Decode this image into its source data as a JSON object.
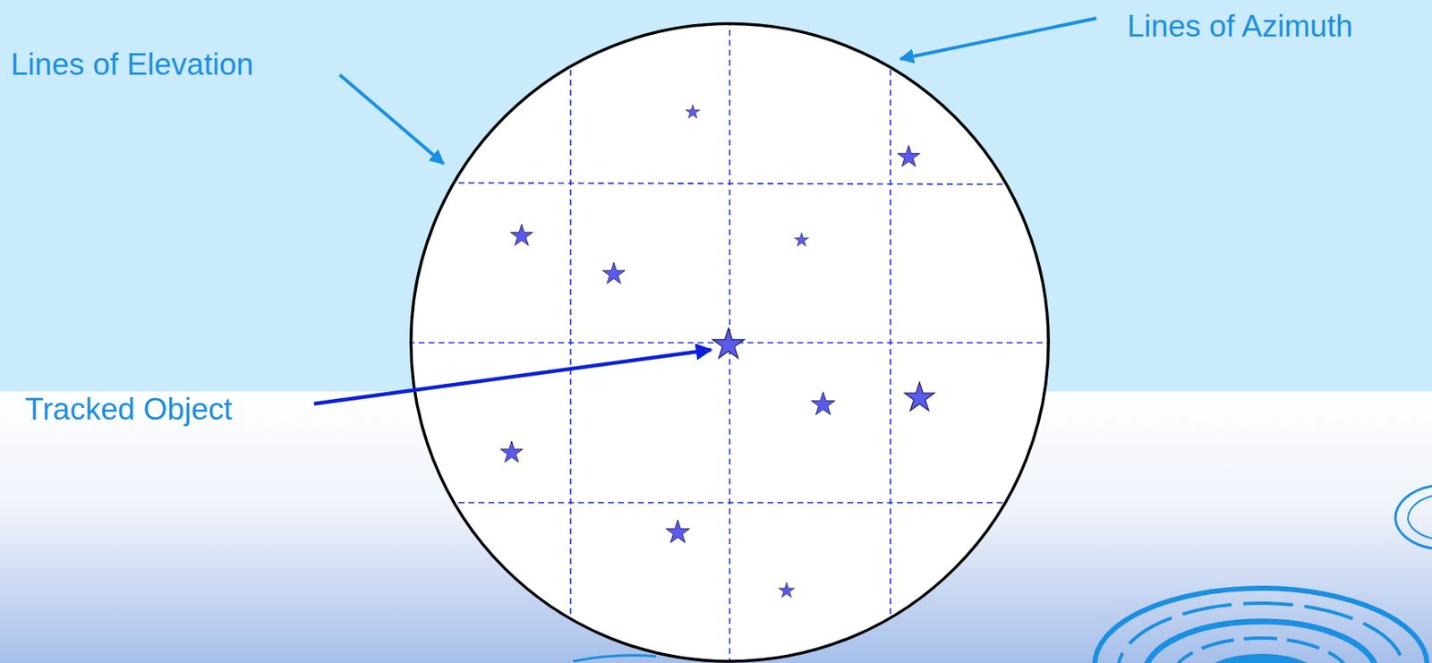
{
  "diagram": {
    "labels": [
      "Lines of Elevation",
      "Lines of Azimuth",
      "Tracked Object"
    ]
  }
}
